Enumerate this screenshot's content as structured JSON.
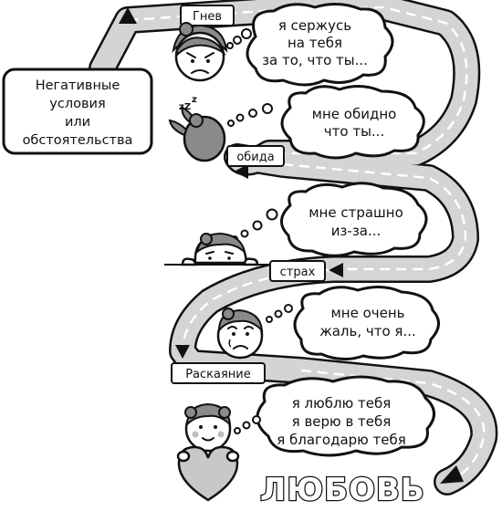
{
  "start_box": {
    "lines": [
      "Негативные",
      "условия",
      "или",
      "обстоятельства"
    ]
  },
  "stages": [
    {
      "label": "Гнев",
      "thought_lines": [
        "я сержусь",
        "на тебя",
        "за то, что ты..."
      ]
    },
    {
      "label": "обида",
      "thought_lines": [
        "мне обидно",
        "что ты..."
      ]
    },
    {
      "label": "страх",
      "thought_lines": [
        "мне страшно",
        "из-за..."
      ]
    },
    {
      "label": "Раскаяние",
      "thought_lines": [
        "мне очень",
        "жаль, что я..."
      ]
    }
  ],
  "final": {
    "word": "ЛЮБОВЬ",
    "thought_lines": [
      "я люблю тебя",
      "я верю в тебя",
      "я благодарю тебя"
    ]
  },
  "icons": [
    "angry-face-icon",
    "sleeping-head-icon",
    "peeking-face-icon",
    "sad-face-icon",
    "heart-holding-face-icon"
  ],
  "colors": {
    "road": "#d4d4d4",
    "outline": "#111111",
    "hair": "#8a8a8a"
  }
}
